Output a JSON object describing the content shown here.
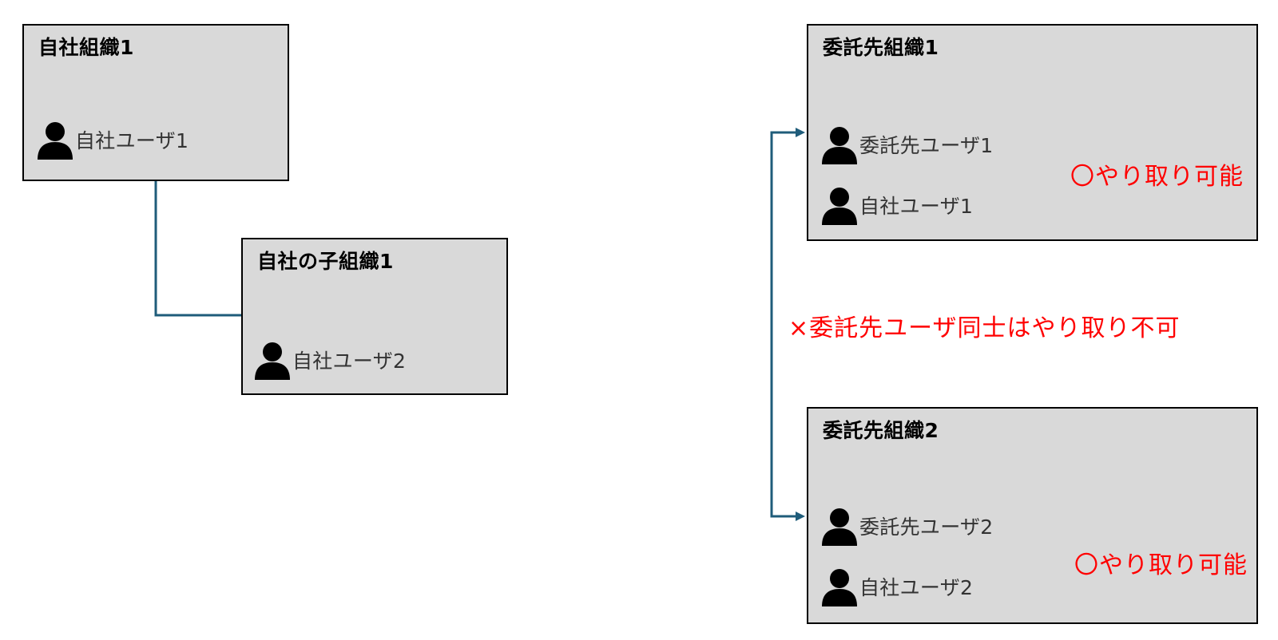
{
  "colors": {
    "box_fill": "#d9d9d9",
    "box_border": "#000000",
    "connector": "#1f5c7a",
    "note_text": "#ff0000",
    "user_text": "#333333"
  },
  "left": {
    "org1": {
      "title": "自社組織1",
      "user": "自社ユーザ1"
    },
    "child_org": {
      "title": "自社の子組織1",
      "user": "自社ユーザ2"
    }
  },
  "right": {
    "contractor_org1": {
      "title": "委託先組織1",
      "users": [
        "委託先ユーザ1",
        "自社ユーザ1"
      ],
      "note": "〇やり取り可能"
    },
    "contractor_org2": {
      "title": "委託先組織2",
      "users": [
        "委託先ユーザ2",
        "自社ユーザ2"
      ],
      "note": "〇やり取り可能"
    },
    "cross_note": "×委託先ユーザ同士はやり取り不可"
  },
  "icons": {
    "user": "person-icon"
  }
}
